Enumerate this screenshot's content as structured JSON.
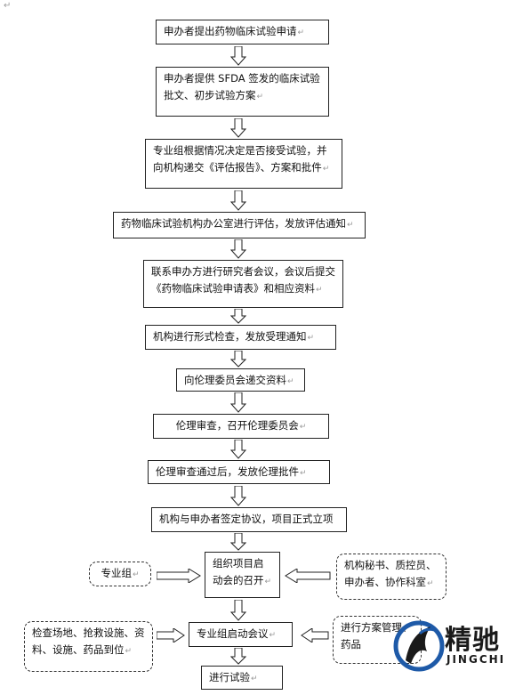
{
  "return_mark": "↵",
  "steps": [
    "申办者提出药物临床试验申请",
    "申办者提供 SFDA 签发的临床试验批文、初步试验方案",
    "专业组根据情况决定是否接受试验，并向机构递交《评估报告》、方案和批件",
    "药物临床试验机构办公室进行评估，发放评估通知",
    "联系申办方进行研究者会议，会议后提交《药物临床试验申请表》和相应资料",
    "机构进行形式检查，发放受理通知",
    "向伦理委员会递交资料",
    "伦理审查，召开伦理委员会",
    "伦理审查通过后，发放伦理批件",
    "机构与申办者签定协议，项目正式立项",
    "组织项目启动会的召开",
    "专业组启动会议",
    "进行试验"
  ],
  "side_boxes": {
    "left_1": "专业组",
    "right_1": "机构秘书、质控员、申办者、协作科室",
    "left_2": "检查场地、抢救设施、资料、设施、药品到位",
    "right_2": "进行方案管理、药品"
  },
  "logo": {
    "name_zh": "精驰",
    "name_en": "JINGCHI",
    "colors": {
      "blue": "#1e5aa8",
      "dark": "#1a1a1a"
    }
  }
}
